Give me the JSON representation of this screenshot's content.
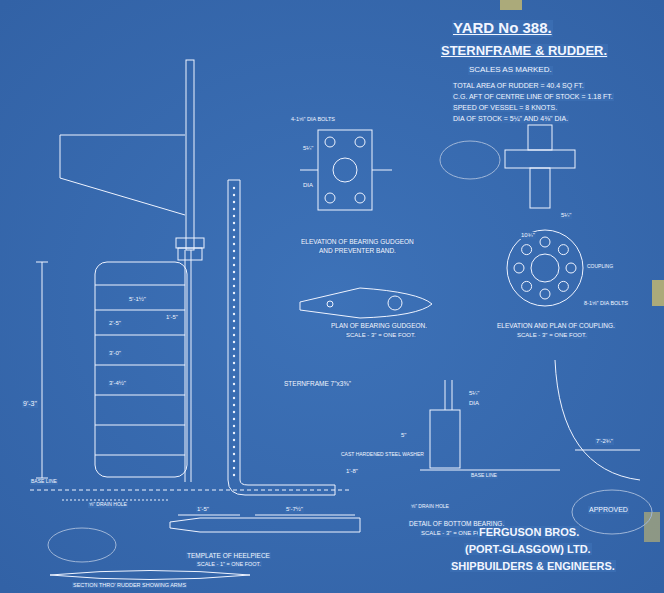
{
  "diagram": {
    "title": "YARD No 388.",
    "labels": [
      "STERNFRAME & RUDDER.",
      "SCALES AS MARKED.",
      "TOTAL AREA OF RUDDER = 40.4 SQ FT.",
      "C.G. AFT OF CENTRE LINE OF STOCK = 1.18 FT.",
      "SPEED OF VESSEL = 8 KNOTS.",
      "DIA OF STOCK = 5¼\" AND 4⅜\" DIA.",
      "ELEVATION OF BEARING GUDGEON",
      "AND PREVENTER BAND.",
      "PLAN OF BEARING GUDGEON.",
      "SCALE - 3\" = ONE FOOT.",
      "ELEVATION AND PLAN OF COUPLING.",
      "SCALE - 3\" = ONE FOOT.",
      "STERNFRAME 7\"x3⅝\"",
      "DETAIL OF BOTTOM BEARING.",
      "SCALE - 3\" = ONE FOOT.",
      "TEMPLATE OF HEELPIECE",
      "SCALE - 1\" = ONE FOOT.",
      "SECTION THRO' RUDDER SHOWING ARMS",
      "FERGUSON BROS.",
      "(PORT-GLASGOW) LTD.",
      "SHIPBUILDERS & ENGINEERS.",
      "APPROVED",
      "9'-3\"",
      "2'-5\"",
      "3'-0\"",
      "3'-4½\"",
      "5'-1½\"",
      "1'-5\"",
      "BASE LINE",
      "⅝\" DRAIN HOLE",
      "⅝\" DRAIN HOLE",
      "BASE LINE",
      "CAST HARDENED STEEL WASHER",
      "4-1⅝\" DIA BOLTS",
      "5¼\"",
      "DIA",
      "10¾\"",
      "5¼\"",
      "8-1⅝\" DIA BOLTS",
      "COUPLING",
      "5¼\"",
      "DIA",
      "5\"",
      "7'-2¾\"",
      "5'-7½\"",
      "1'-5\"",
      "1'-8\""
    ]
  }
}
